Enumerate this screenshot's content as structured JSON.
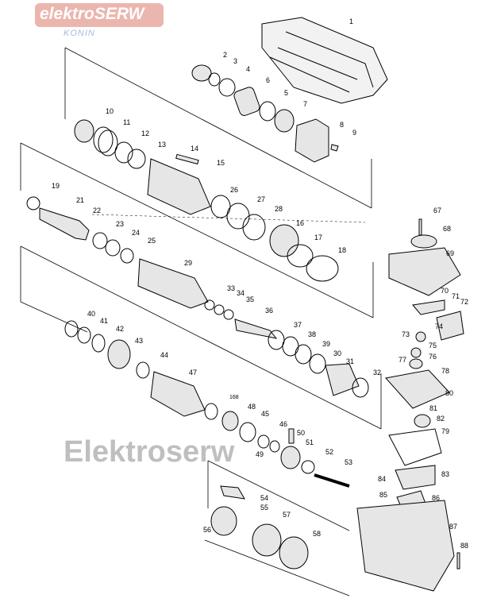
{
  "logo": {
    "text": "elektroSERW",
    "subtext": "KONIN"
  },
  "watermark": "Elektroserw",
  "parts": [
    {
      "no": "1"
    },
    {
      "no": "2"
    },
    {
      "no": "3"
    },
    {
      "no": "4"
    },
    {
      "no": "5"
    },
    {
      "no": "6"
    },
    {
      "no": "7"
    },
    {
      "no": "8"
    },
    {
      "no": "9"
    },
    {
      "no": "10"
    },
    {
      "no": "11"
    },
    {
      "no": "12"
    },
    {
      "no": "13"
    },
    {
      "no": "14"
    },
    {
      "no": "15"
    },
    {
      "no": "16"
    },
    {
      "no": "17"
    },
    {
      "no": "18"
    },
    {
      "no": "19"
    },
    {
      "no": "21"
    },
    {
      "no": "22"
    },
    {
      "no": "23"
    },
    {
      "no": "24"
    },
    {
      "no": "25"
    },
    {
      "no": "26"
    },
    {
      "no": "27"
    },
    {
      "no": "28"
    },
    {
      "no": "29"
    },
    {
      "no": "30"
    },
    {
      "no": "31"
    },
    {
      "no": "32"
    },
    {
      "no": "33"
    },
    {
      "no": "34"
    },
    {
      "no": "35"
    },
    {
      "no": "36"
    },
    {
      "no": "37"
    },
    {
      "no": "38"
    },
    {
      "no": "39"
    },
    {
      "no": "40"
    },
    {
      "no": "41"
    },
    {
      "no": "42"
    },
    {
      "no": "43"
    },
    {
      "no": "44"
    },
    {
      "no": "45"
    },
    {
      "no": "46"
    },
    {
      "no": "47"
    },
    {
      "no": "48"
    },
    {
      "no": "49"
    },
    {
      "no": "50"
    },
    {
      "no": "51"
    },
    {
      "no": "52"
    },
    {
      "no": "53"
    },
    {
      "no": "54"
    },
    {
      "no": "55"
    },
    {
      "no": "56"
    },
    {
      "no": "57"
    },
    {
      "no": "58"
    },
    {
      "no": "67"
    },
    {
      "no": "68"
    },
    {
      "no": "69"
    },
    {
      "no": "70"
    },
    {
      "no": "71"
    },
    {
      "no": "72"
    },
    {
      "no": "73"
    },
    {
      "no": "74"
    },
    {
      "no": "75"
    },
    {
      "no": "76"
    },
    {
      "no": "77"
    },
    {
      "no": "78"
    },
    {
      "no": "79"
    },
    {
      "no": "80"
    },
    {
      "no": "81"
    },
    {
      "no": "82"
    },
    {
      "no": "83"
    },
    {
      "no": "84"
    },
    {
      "no": "85"
    },
    {
      "no": "86"
    },
    {
      "no": "87"
    },
    {
      "no": "88"
    },
    {
      "no": "168"
    }
  ]
}
